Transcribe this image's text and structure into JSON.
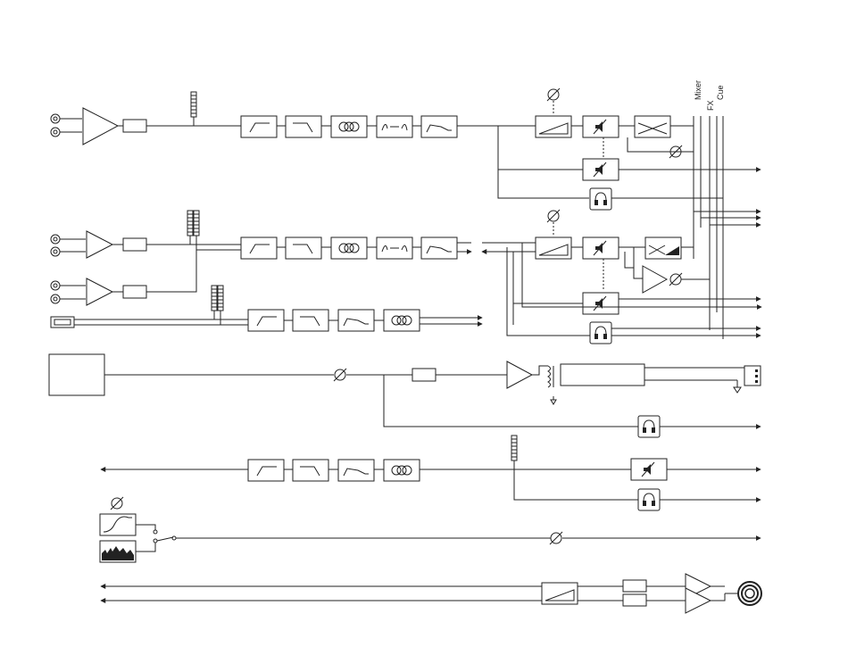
{
  "diagram": {
    "bus_labels": {
      "mixer": "Mixer",
      "fx": "FX",
      "cue": "Cue"
    },
    "colors": {
      "line": "#222222",
      "background": "#ffffff",
      "fill_dark": "#222222"
    },
    "icons": [
      "rca-jack-icon",
      "preamp-triangle-icon",
      "level-meter-icon",
      "high-pass-filter-icon",
      "low-pass-filter-icon",
      "eq-rings-icon",
      "parametric-eq-icon",
      "shelf-eq-icon",
      "fader-ramp-icon",
      "mute-speaker-icon",
      "crossfader-icon",
      "phase-knob-icon",
      "headphones-icon",
      "usb-port-icon",
      "transformer-icon",
      "xlr-connector-icon",
      "ground-icon",
      "sine-wave-icon",
      "noise-spectrum-icon",
      "switch-icon",
      "output-jack-icon"
    ]
  }
}
